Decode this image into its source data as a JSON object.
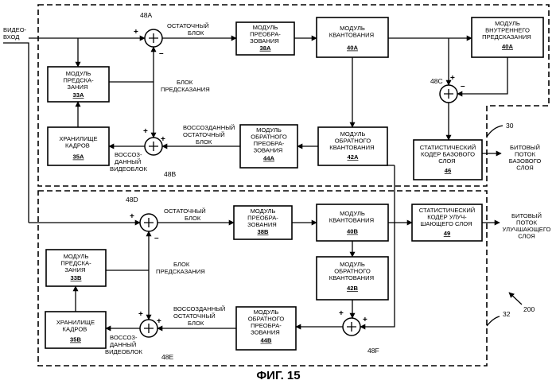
{
  "figure_caption": "ФИГ. 15",
  "figure_number": "200",
  "base_layer_number": "30",
  "enh_layer_number": "32",
  "video_input": [
    "ВИДЕО-",
    "ВХОД"
  ],
  "base": {
    "predict": {
      "lines": [
        "МОДУЛЬ",
        "ПРЕДСКА-",
        "ЗАНИЯ"
      ],
      "num": "33A"
    },
    "store": {
      "lines": [
        "ХРАНИЛИЩЕ",
        "КАДРОВ"
      ],
      "num": "35A"
    },
    "transform": {
      "lines": [
        "МОДУЛЬ",
        "ПРЕОБРА-",
        "ЗОВАНИЯ"
      ],
      "num": "38A"
    },
    "quant": {
      "lines": [
        "МОДУЛЬ",
        "КВАНТОВАНИЯ"
      ],
      "num": "40A"
    },
    "intra": {
      "lines": [
        "МОДУЛЬ",
        "ВНУТРЕННЕГО",
        "ПРЕДСКАЗАНИЯ"
      ],
      "num": "40A"
    },
    "inv_transform": {
      "lines": [
        "МОДУЛЬ",
        "ОБРАТНОГО",
        "ПРЕОБРА-",
        "ЗОВАНИЯ"
      ],
      "num": "44A"
    },
    "inv_quant": {
      "lines": [
        "МОДУЛЬ",
        "ОБРАТНОГО",
        "КВАНТОВАНИЯ"
      ],
      "num": "42A"
    },
    "entropy": {
      "lines": [
        "СТАТИСТИЧЕСКИЙ",
        "КОДЕР БАЗОВОГО",
        "СЛОЯ"
      ],
      "num": "46"
    },
    "sum1_label": "48A",
    "sum2_label": "48B",
    "sum3_label": "48C",
    "residual_label": [
      "ОСТАТОЧНЫЙ",
      "БЛОК"
    ],
    "pred_block_label": [
      "БЛОК",
      "ПРЕДСКАЗАНИЯ"
    ],
    "recon_residual_label": [
      "ВОССОЗДАННЫЙ",
      "ОСТАТОЧНЫЙ",
      "БЛОК"
    ],
    "recon_video_label": [
      "ВОССОЗ-",
      "ДАННЫЙ",
      "ВИДЕОБЛОК"
    ],
    "output_label": [
      "БИТОВЫЙ",
      "ПОТОК",
      "БАЗОВОГО",
      "СЛОЯ"
    ]
  },
  "enh": {
    "predict": {
      "lines": [
        "МОДУЛЬ",
        "ПРЕДСКА-",
        "ЗАНИЯ"
      ],
      "num": "33B"
    },
    "store": {
      "lines": [
        "ХРАНИЛИЩЕ",
        "КАДРОВ"
      ],
      "num": "35B"
    },
    "transform": {
      "lines": [
        "МОДУЛЬ",
        "ПРЕОБРА-",
        "ЗОВАНИЯ"
      ],
      "num": "38B"
    },
    "quant": {
      "lines": [
        "МОДУЛЬ",
        "КВАНТОВАНИЯ"
      ],
      "num": "40B"
    },
    "inv_quant": {
      "lines": [
        "МОДУЛЬ",
        "ОБРАТНОГО",
        "КВАНТОВАНИЯ"
      ],
      "num": "42B"
    },
    "inv_transform": {
      "lines": [
        "МОДУЛЬ",
        "ОБРАТНОГО",
        "ПРЕОБРА-",
        "ЗОВАНИЯ"
      ],
      "num": "44B"
    },
    "entropy": {
      "lines": [
        "СТАТИСТИЧЕСКИЙ",
        "КОДЕР УЛУЧ-",
        "ШАЮЩЕГО СЛОЯ"
      ],
      "num": "49"
    },
    "sum1_label": "48D",
    "sum2_label": "48E",
    "sum3_label": "48F",
    "residual_label": [
      "ОСТАТОЧНЫЙ",
      "БЛОК"
    ],
    "pred_block_label": [
      "БЛОК",
      "ПРЕДСКАЗАНИЯ"
    ],
    "recon_residual_label": [
      "ВОССОЗДАННЫЙ",
      "ОСТАТОЧНЫЙ",
      "БЛОК"
    ],
    "recon_video_label": [
      "ВОССОЗ-",
      "ДАННЫЙ",
      "ВИДЕОБЛОК"
    ],
    "output_label": [
      "БИТОВЫЙ",
      "ПОТОК",
      "УЛУЧШАЮЩЕГО",
      "СЛОЯ"
    ]
  },
  "signs": {
    "plus": "+",
    "minus": "–"
  }
}
